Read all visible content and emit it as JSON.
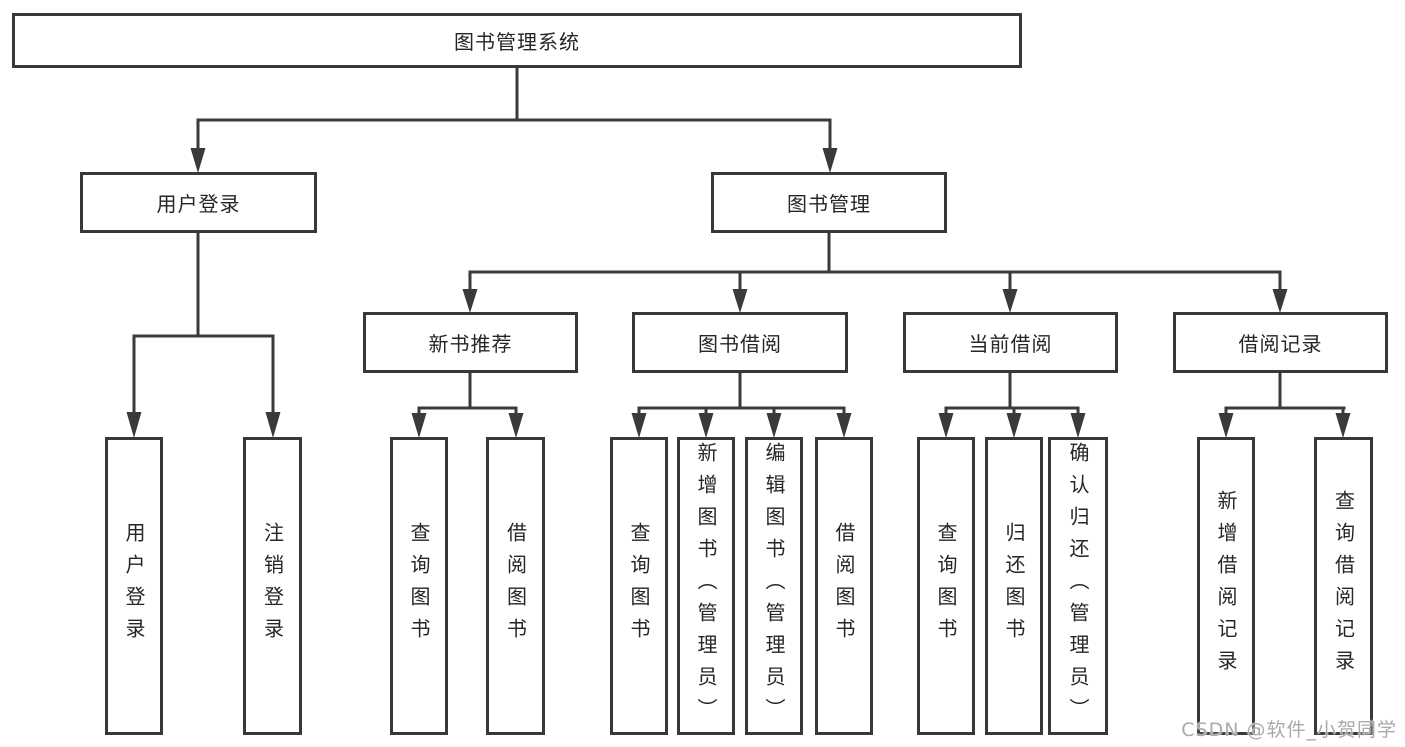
{
  "diagram": {
    "root": {
      "label": "图书管理系统",
      "children": [
        {
          "label": "用户登录",
          "children": [
            {
              "label": "用户登录"
            },
            {
              "label": "注销登录"
            }
          ]
        },
        {
          "label": "图书管理",
          "children": [
            {
              "label": "新书推荐",
              "children": [
                {
                  "label": "查询图书"
                },
                {
                  "label": "借阅图书"
                }
              ]
            },
            {
              "label": "图书借阅",
              "children": [
                {
                  "label": "查询图书"
                },
                {
                  "label": "新增图书（管理员）"
                },
                {
                  "label": "编辑图书（管理员）"
                },
                {
                  "label": "借阅图书"
                }
              ]
            },
            {
              "label": "当前借阅",
              "children": [
                {
                  "label": "查询图书"
                },
                {
                  "label": "归还图书"
                },
                {
                  "label": "确认归还（管理员）"
                }
              ]
            },
            {
              "label": "借阅记录",
              "children": [
                {
                  "label": "新增借阅记录"
                },
                {
                  "label": "查询借阅记录"
                }
              ]
            }
          ]
        }
      ]
    }
  },
  "watermark": {
    "text": "CSDN @软件_小贺同学"
  },
  "colors": {
    "background": "#ffffff",
    "line": "#3a3a3a",
    "box_border": "#383838",
    "text": "#262626",
    "watermark": "#a3a3a3"
  }
}
